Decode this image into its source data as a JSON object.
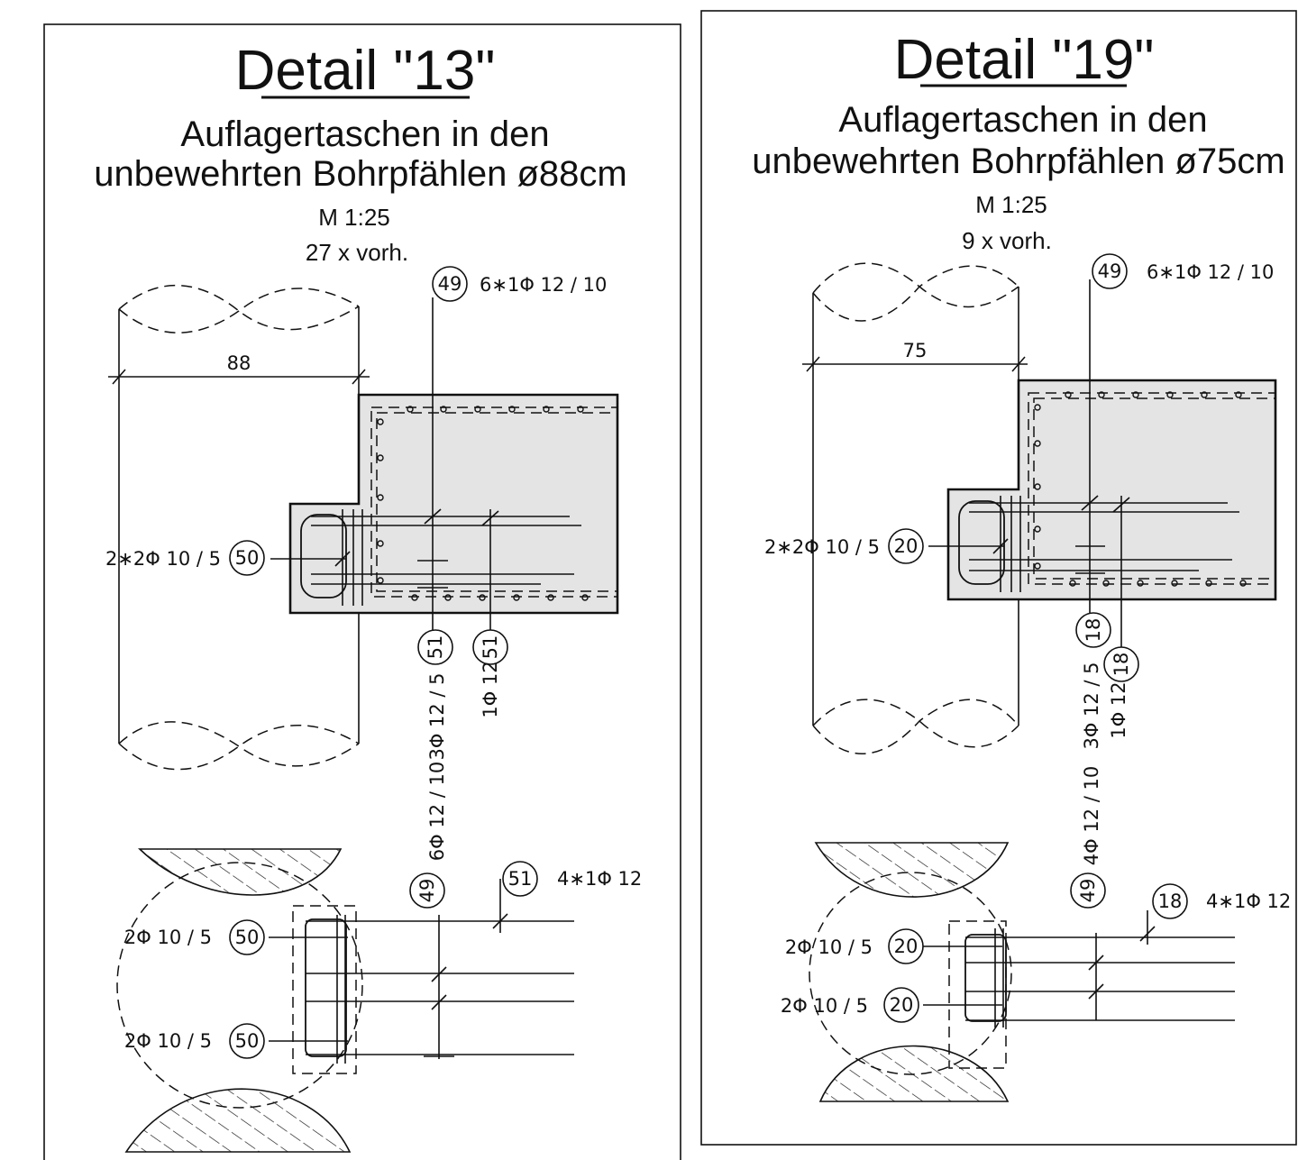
{
  "left": {
    "title": "Detail \"13\"",
    "subtitle_1": "Auflagertaschen in den",
    "subtitle_2": "unbewehrten Bohrpfählen ø88cm",
    "scale": "M 1:25",
    "count": "27 x vorh.",
    "dimension": "88",
    "labels": {
      "top_rebar": "6∗1Φ 12 / 10",
      "side_rebar": "2∗2Φ 10 / 5",
      "vert_a": "3Φ 12 / 5",
      "vert_b": "1Φ 12",
      "vert_c": "6Φ 12 / 10",
      "plan_rebar": "4∗1Φ 12",
      "plan_a": "2Φ 10 / 5",
      "plan_b": "2Φ 10 / 5"
    },
    "bubbles": {
      "top": "49",
      "side": "50",
      "bottom_a": "51",
      "bottom_b": "51",
      "plan_v": "49",
      "plan_top": "51",
      "plan_a": "50",
      "plan_b": "50"
    }
  },
  "right": {
    "title": "Detail \"19\"",
    "subtitle_1": "Auflagertaschen in den",
    "subtitle_2": "unbewehrten Bohrpfählen ø75cm",
    "scale": "M 1:25",
    "count": "9 x vorh.",
    "dimension": "75",
    "labels": {
      "top_rebar": "6∗1Φ 12 / 10",
      "side_rebar": "2∗2Φ 10 / 5",
      "vert_a": "3Φ 12 / 5",
      "vert_b": "1Φ 12",
      "vert_c": "4Φ 12 / 10",
      "plan_rebar": "4∗1Φ 12",
      "plan_a": "2Φ 10 / 5",
      "plan_b": "2Φ 10 / 5"
    },
    "bubbles": {
      "top": "49",
      "side": "20",
      "bottom_a": "18",
      "bottom_b": "18",
      "plan_v": "49",
      "plan_top": "18",
      "plan_a": "20",
      "plan_b": "20"
    }
  }
}
